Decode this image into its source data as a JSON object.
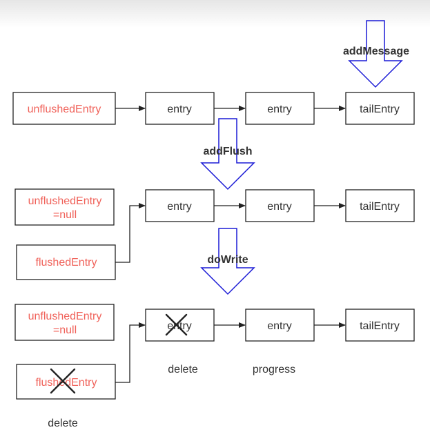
{
  "row1": {
    "unflushed": "unflushedEntry",
    "entry1": "entry",
    "entry2": "entry",
    "tail": "tailEntry"
  },
  "row2": {
    "unflushed_line1": "unflushedEntry",
    "unflushed_line2": "=null",
    "flushed": "flushedEntry",
    "entry1": "entry",
    "entry2": "entry",
    "tail": "tailEntry"
  },
  "row3": {
    "unflushed_line1": "unflushedEntry",
    "unflushed_line2": "=null",
    "flushed": "flushedEntry",
    "entry1": "entry",
    "entry2": "entry",
    "tail": "tailEntry"
  },
  "operations": {
    "add_message": "addMessage",
    "add_flush": "addFlush",
    "do_write": "doWrite"
  },
  "notes": {
    "delete_entry": "delete",
    "progress": "progress",
    "delete_flushed": "delete"
  }
}
